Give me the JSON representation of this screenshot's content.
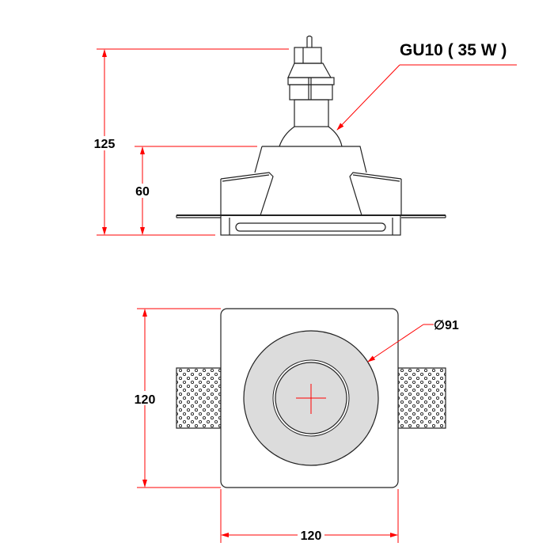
{
  "side_view": {
    "lamp_label": "GU10  ( 35 W )",
    "height_total": "125",
    "height_body": "60"
  },
  "top_view": {
    "diameter_label": "∅91",
    "height": "120",
    "width": "120"
  },
  "colors": {
    "dimension": "#ff0000",
    "outline": "#222222",
    "ring_fill": "#dcdcdc"
  }
}
